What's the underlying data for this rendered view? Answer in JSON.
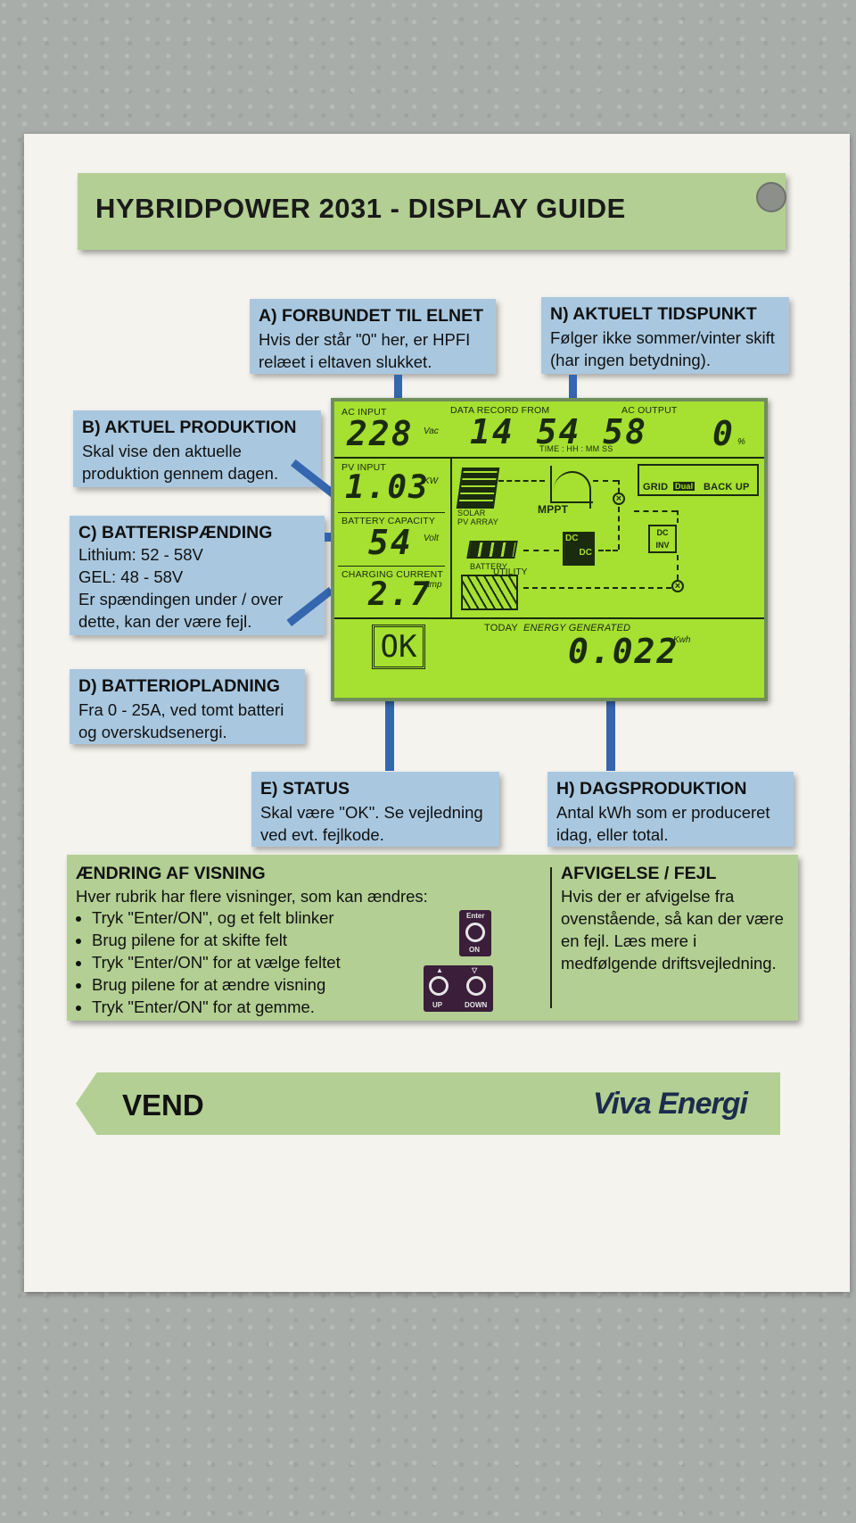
{
  "title": "HYBRIDPOWER 2031 - DISPLAY GUIDE",
  "notes": {
    "a": {
      "heading": "A) FORBUNDET TIL ELNET",
      "text": "Hvis der står \"0\" her, er HPFI relæet i eltaven slukket."
    },
    "n": {
      "heading": "N) AKTUELT TIDSPUNKT",
      "text": "Følger ikke sommer/vinter skift (har ingen betydning)."
    },
    "b": {
      "heading": "B) AKTUEL PRODUKTION",
      "text": "Skal vise den aktuelle produktion gennem dagen."
    },
    "c": {
      "heading": "C) BATTERISPÆNDING",
      "line1": "Lithium: 52 - 58V",
      "line2": "GEL: 48 - 58V",
      "line3": "Er spændingen under / over dette, kan der være fejl."
    },
    "d": {
      "heading": "D) BATTERIOPLADNING",
      "text": "Fra 0 - 25A, ved tomt batteri og overskudsenergi."
    },
    "e": {
      "heading": "E) STATUS",
      "text": "Skal være \"OK\". Se vejledning ved evt. fejlkode."
    },
    "h": {
      "heading": "H) DAGSPRODUKTION",
      "text": "Antal kWh som er produceret idag, eller total."
    }
  },
  "lcd": {
    "ac_input_label": "AC INPUT",
    "ac_input_value": "228",
    "ac_input_unit": "Vac",
    "data_record_label": "DATA RECORD FROM",
    "time_value": "14 54 58",
    "time_label": "TIME : HH : MM  SS",
    "ac_output_label": "AC OUTPUT",
    "ac_output_value": "0",
    "ac_output_unit": "%",
    "pv_input_label": "PV INPUT",
    "pv_input_value": "1.03",
    "pv_input_unit": "KW",
    "battery_capacity_label": "BATTERY CAPACITY",
    "battery_value": "54",
    "battery_unit": "Volt",
    "charging_current_label": "CHARGING CURRENT",
    "charging_value": "2.7",
    "charging_unit": "Amp",
    "solar_label": "SOLAR",
    "pv_array_label": "PV ARRAY",
    "mppt_label": "MPPT",
    "battery_label": "BATTERY",
    "dcdc_top": "DC",
    "dcdc_bottom": "DC",
    "dc_label": "DC",
    "inv_label": "INV",
    "utility_label": "UTILITY",
    "grid_label": "GRID",
    "dual_label": "Dual",
    "backup_label": "BACK UP",
    "today_label": "TODAY",
    "energy_generated_label": "ENERGY GENERATED",
    "status_value": "OK",
    "energy_value": "0.022",
    "energy_unit": "Kwh"
  },
  "change_view": {
    "heading": "ÆNDRING AF VISNING",
    "intro": "Hver rubrik har flere visninger, som kan ændres:",
    "steps": [
      "Tryk \"Enter/ON\", og et felt blinker",
      "Brug pilene for at skifte felt",
      "Tryk \"Enter/ON\" for at vælge feltet",
      "Brug pilene for at ændre visning",
      "Tryk \"Enter/ON\" for at gemme."
    ],
    "enter_label": "Enter",
    "on_label": "ON",
    "up_label": "UP",
    "down_label": "DOWN"
  },
  "deviation": {
    "heading": "AFVIGELSE / FEJL",
    "text": "Hvis der er afvigelse fra ovenstående, så kan der være en fejl. Læs mere i medfølgende driftsvejledning."
  },
  "footer": {
    "vend": "VEND",
    "brand": "Viva Energi"
  }
}
